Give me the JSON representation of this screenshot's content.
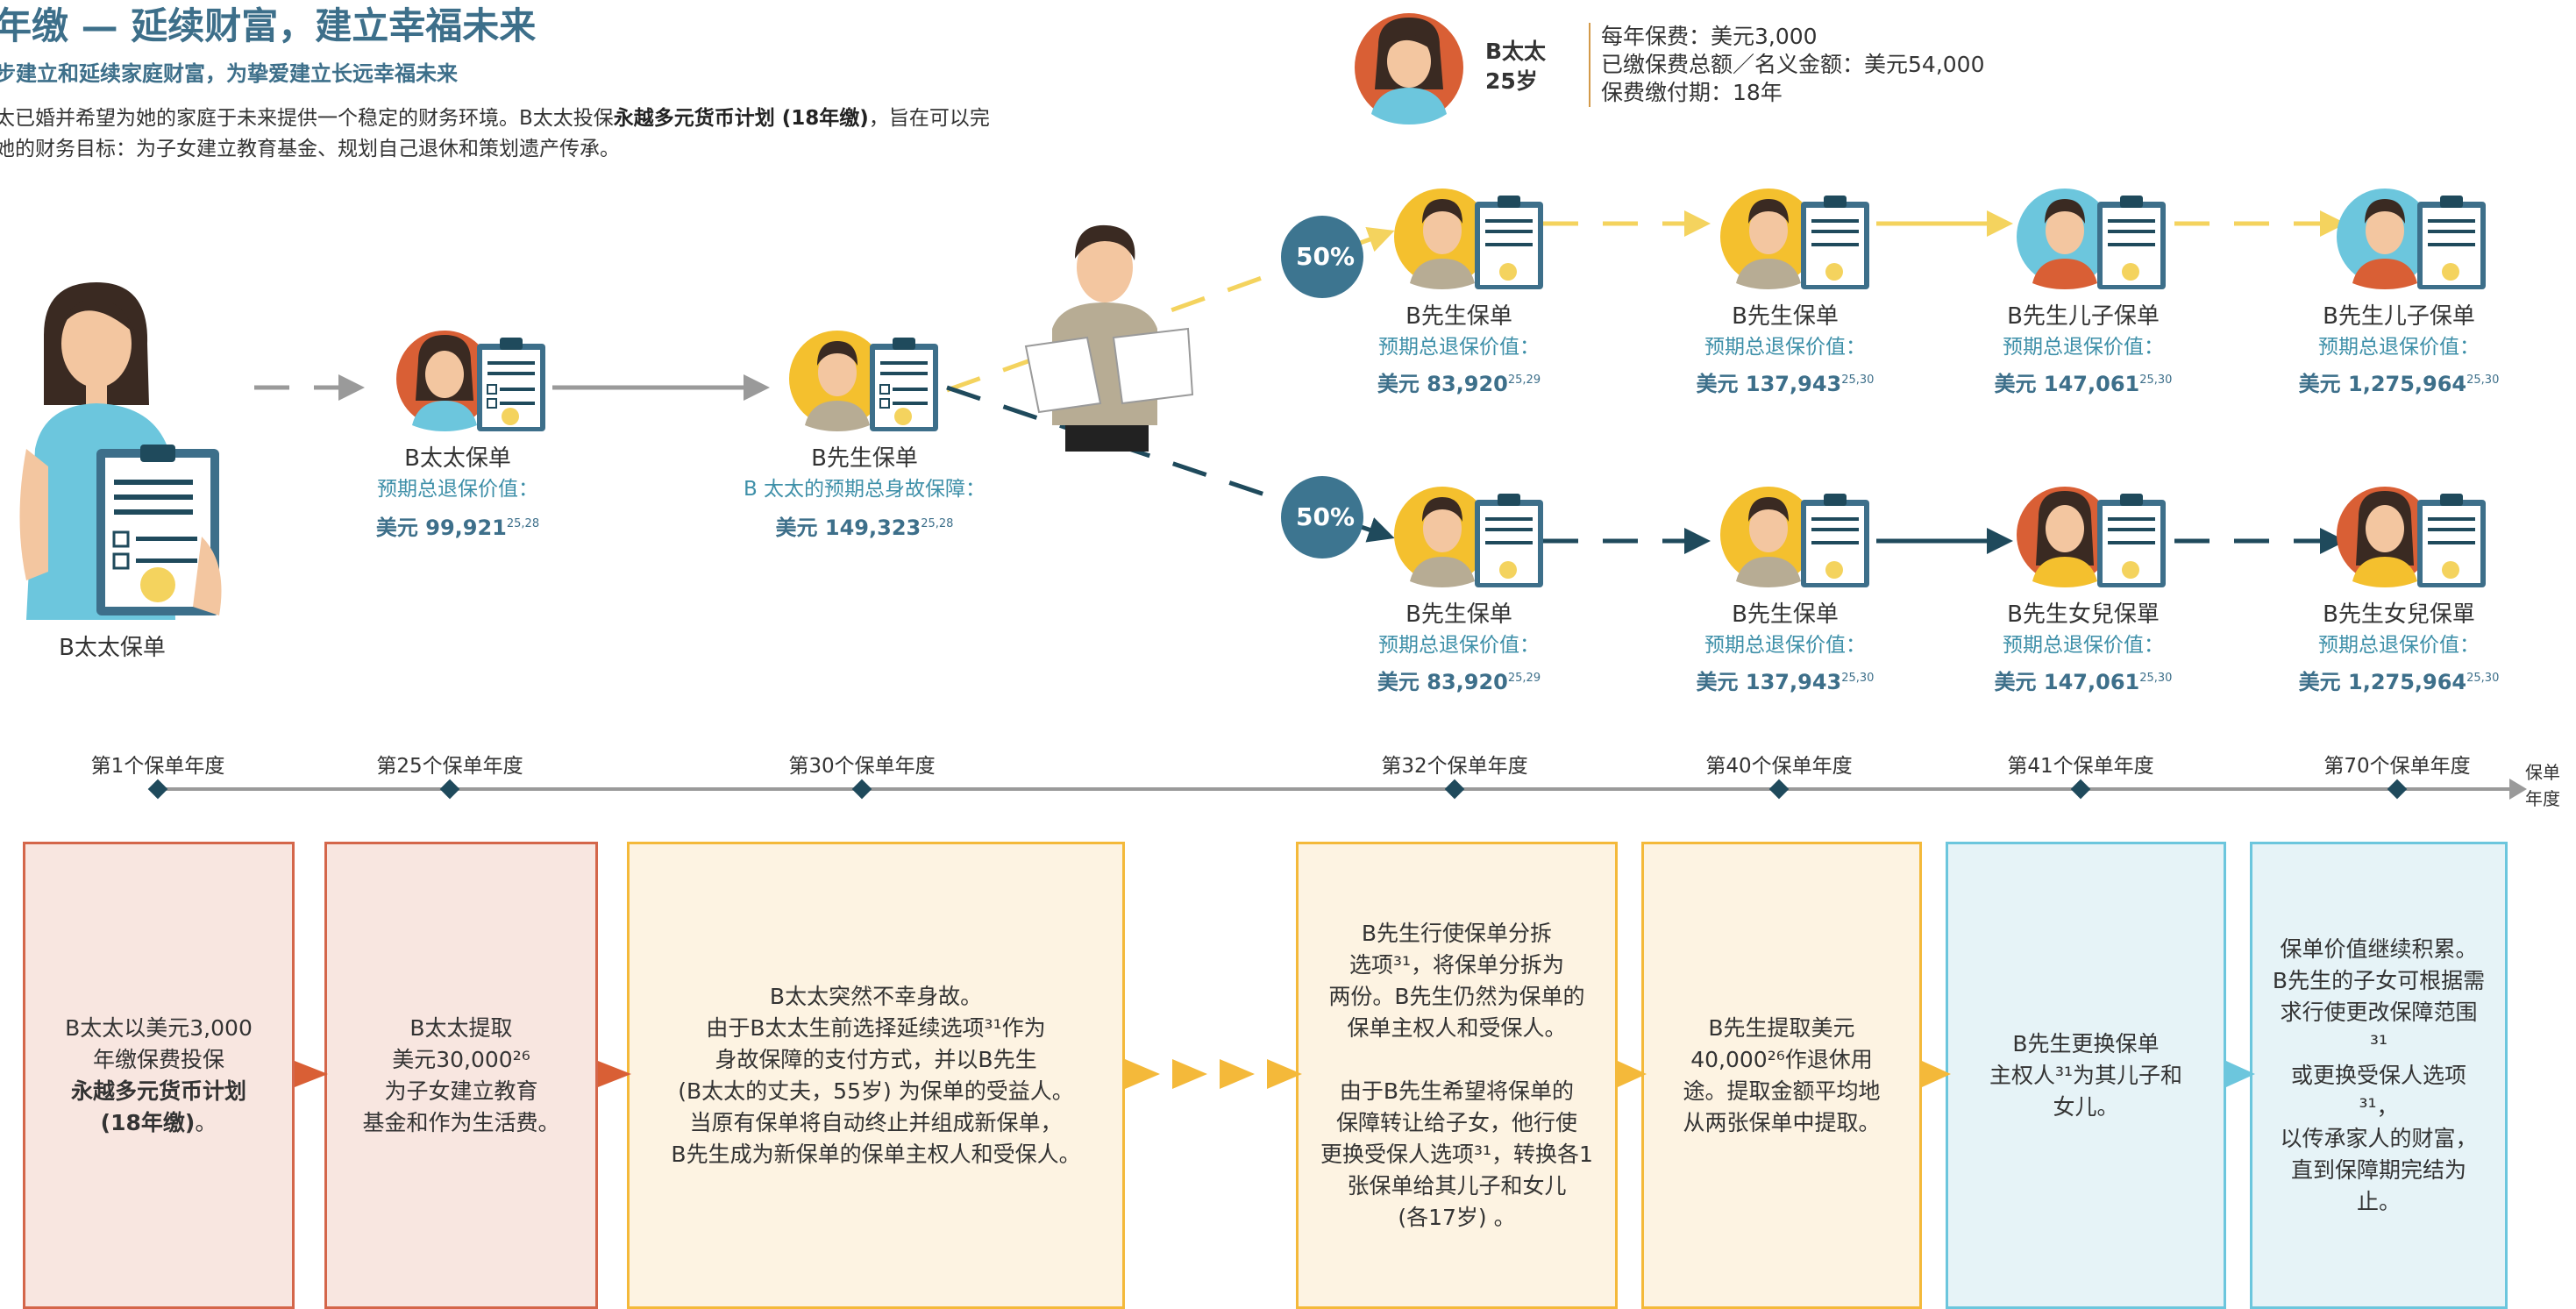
{
  "header": {
    "title": "年缴 — 延续财富，建立幸福未来",
    "subtitle": "步建立和延续家庭财富，为挚爱建立长远幸福未来",
    "intro_pre": "太已婚并希望为她的家庭于未来提供一个稳定的财务环境。B太太投保",
    "intro_bold": "永越多元货币计划 (18年缴)",
    "intro_post": "，旨在可以完",
    "intro_line2": "她的财务目标：为子女建立教育基金、规划自己退休和策划遗产传承。"
  },
  "persona": {
    "name": "B太太",
    "age": "25岁",
    "premium": "每年保费：美元3,000",
    "total": "已缴保费总额／名义金额：美元54,000",
    "term": "保费缴付期：18年"
  },
  "nodes": {
    "start_label": "B太太保单",
    "mrs": {
      "label": "B太太保单",
      "sub": "预期总退保价值：",
      "val": "美元 99,921",
      "sup": "25,28"
    },
    "mr": {
      "label": "B先生保单",
      "sub": "B 太太的预期总身故保障：",
      "val": "美元 149,323",
      "sup": "25,28"
    },
    "split_pct_top": "50%",
    "split_pct_bottom": "50%",
    "top_row": [
      {
        "label": "B先生保单",
        "sub": "预期总退保价值：",
        "val": "美元 83,920",
        "sup": "25,29"
      },
      {
        "label": "B先生保单",
        "sub": "预期总退保价值：",
        "val": "美元 137,943",
        "sup": "25,30"
      },
      {
        "label": "B先生儿子保单",
        "sub": "预期总退保价值：",
        "val": "美元 147,061",
        "sup": "25,30"
      },
      {
        "label": "B先生儿子保单",
        "sub": "预期总退保价值：",
        "val": "美元 1,275,964",
        "sup": "25,30"
      }
    ],
    "bottom_row": [
      {
        "label": "B先生保单",
        "sub": "预期总退保价值：",
        "val": "美元 83,920",
        "sup": "25,29"
      },
      {
        "label": "B先生保单",
        "sub": "预期总退保价值：",
        "val": "美元 137,943",
        "sup": "25,30"
      },
      {
        "label": "B先生女兒保單",
        "sub": "预期总退保价值：",
        "val": "美元 147,061",
        "sup": "25,30"
      },
      {
        "label": "B先生女兒保單",
        "sub": "预期总退保价值：",
        "val": "美元 1,275,964",
        "sup": "25,30"
      }
    ]
  },
  "timeline": {
    "years": [
      "第1个保单年度",
      "第25个保单年度",
      "第30个保单年度",
      "第32个保单年度",
      "第40个保单年度",
      "第41个保单年度",
      "第70个保单年度"
    ],
    "axis_end_1": "保单",
    "axis_end_2": "年度"
  },
  "boxes": {
    "b1_pre": "B太太以美元3,000\n年缴保费投保",
    "b1_bold": "永越多元货币计划\n(18年缴)",
    "b1_post": "。",
    "b2": "B太太提取\n美元30,000²⁶\n为子女建立教育\n基金和作为生活费。",
    "b3": "B太太突然不幸身故。\n由于B太太生前选择延续选项³¹作为\n身故保障的支付方式，并以B先生\n(B太太的丈夫，55岁) 为保单的受益人。\n当原有保单将自动终止并组成新保单，\nB先生成为新保单的保单主权人和受保人。",
    "b4": "B先生行使保单分拆\n选项³¹，将保单分拆为\n两份。B先生仍然为保单的\n保单主权人和受保人。\n\n由于B先生希望将保单的\n保障转让给子女，他行使\n更换受保人选项³¹，转换各1\n张保单给其儿子和女儿\n(各17岁) 。",
    "b5": "B先生提取美元\n40,000²⁶作退休用\n途。提取金额平均地\n从两张保单中提取。",
    "b6": "B先生更换保单\n主权人³¹为其儿子和\n女儿。",
    "b7": "保单价值继续积累。\nB先生的子女可根据需\n求行使更改保障范围³¹\n或更换受保人选项³¹，\n以传承家人的财富，\n直到保障期完结为止。"
  },
  "colors": {
    "navy": "#1f4a5c",
    "teal_circle": "#3d7590",
    "yellow": "#f4d35e",
    "orange_arrow": "#d95f35",
    "yellow_arrow": "#f4b93a",
    "blue_arrow": "#6cc6dd",
    "grey": "#9a9a9a"
  }
}
